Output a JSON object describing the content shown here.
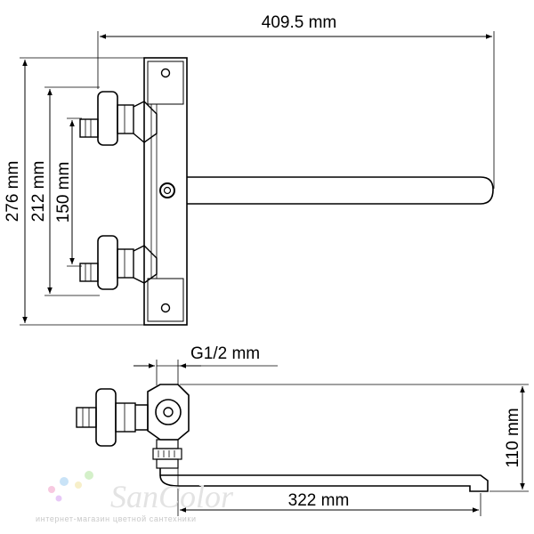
{
  "dimensions": {
    "width_total": "409.5 mm",
    "height_276": "276 mm",
    "height_212": "212 mm",
    "height_150": "150 mm",
    "thread": "G1/2 mm",
    "height_110": "110 mm",
    "spout_length": "322 mm"
  },
  "watermark": {
    "logo": "SanColor",
    "tagline": "интернет-магазин цветной сантехники",
    "dot_colors": [
      "#f7c9e0",
      "#c9e3f7",
      "#f7efc9",
      "#d4f0c9",
      "#e7c9f7"
    ]
  }
}
